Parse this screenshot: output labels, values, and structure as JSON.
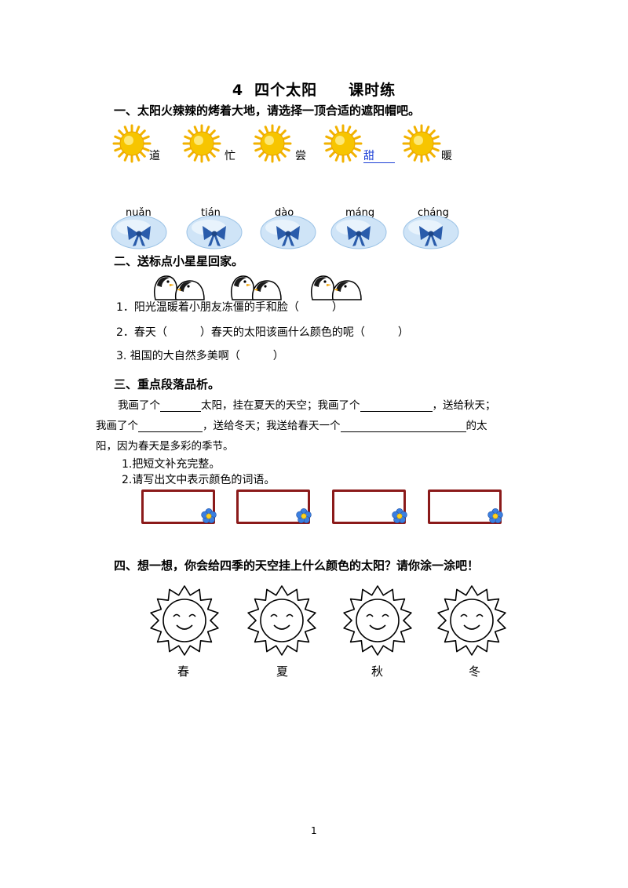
{
  "title": {
    "number": "4",
    "name": "四个太阳",
    "suffix": "课时练"
  },
  "section1": {
    "heading": "一、太阳火辣辣的烤着大地，请选择一顶合适的遮阳帽吧。",
    "suns": [
      "道",
      "忙",
      "尝",
      "甜",
      "暖"
    ],
    "hats": [
      "nuǎn",
      "tián",
      "dào",
      "máng",
      "cháng"
    ]
  },
  "section2": {
    "heading": "二、送标点小星星回家。",
    "items": [
      "1．阳光温暖着小朋友冻僵的手和脸（　　　）",
      "2．春天（　　　）春天的太阳该画什么颜色的呢（　　　）",
      "3. 祖国的大自然多美啊（　　　）"
    ]
  },
  "section3": {
    "heading": "三、重点段落品析。",
    "p1_a": "我画了个",
    "p1_b": "太阳，挂在夏天的天空；我画了个",
    "p1_c": "，送给秋天；",
    "p2_a": "我画了个",
    "p2_b": "，送给冬天；我送给春天一个",
    "p2_c": "的太",
    "p3": "阳，因为春天是多彩的季节。",
    "q1": "1.把短文补充完整。",
    "q2": "2.请写出文中表示颜色的词语。"
  },
  "section4": {
    "heading": "四、想一想，你会给四季的天空挂上什么颜色的太阳？请你涂一涂吧！",
    "seasons": [
      "春",
      "夏",
      "秋",
      "冬"
    ]
  },
  "page_number": "1",
  "colors": {
    "frame": "#8b1a1a",
    "link": "#1b3fd6",
    "sun": "#f7c500",
    "hat": "#2a5cab",
    "bubble": "#cfe4f7"
  }
}
